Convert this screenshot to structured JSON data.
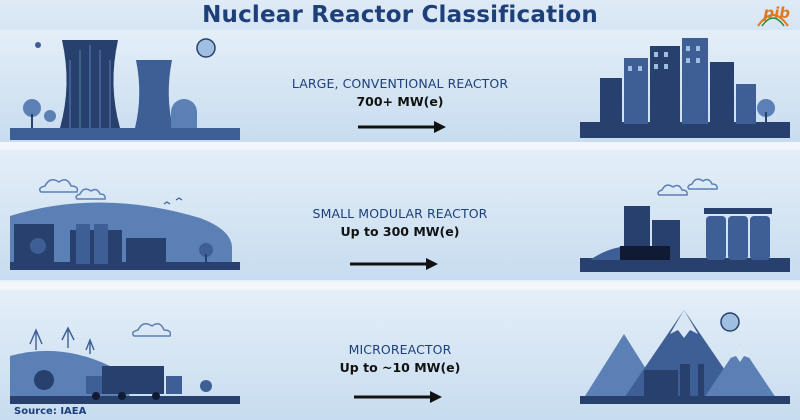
{
  "title": "Nuclear Reactor Classification",
  "logo_text": "pib",
  "rows": [
    {
      "label": "LARGE, CONVENTIONAL REACTOR",
      "capacity": "700+ MW(e)"
    },
    {
      "label": "SMALL MODULAR REACTOR",
      "capacity": "Up to 300 MW(e)"
    },
    {
      "label": "MICROREACTOR",
      "capacity": "Up to ~10 MW(e)"
    }
  ],
  "source": "Source: IAEA",
  "colors": {
    "title": "#1d3f7a",
    "scene_dark": "#27406e",
    "scene_mid": "#3d5f95",
    "scene_light": "#5b80b5"
  }
}
